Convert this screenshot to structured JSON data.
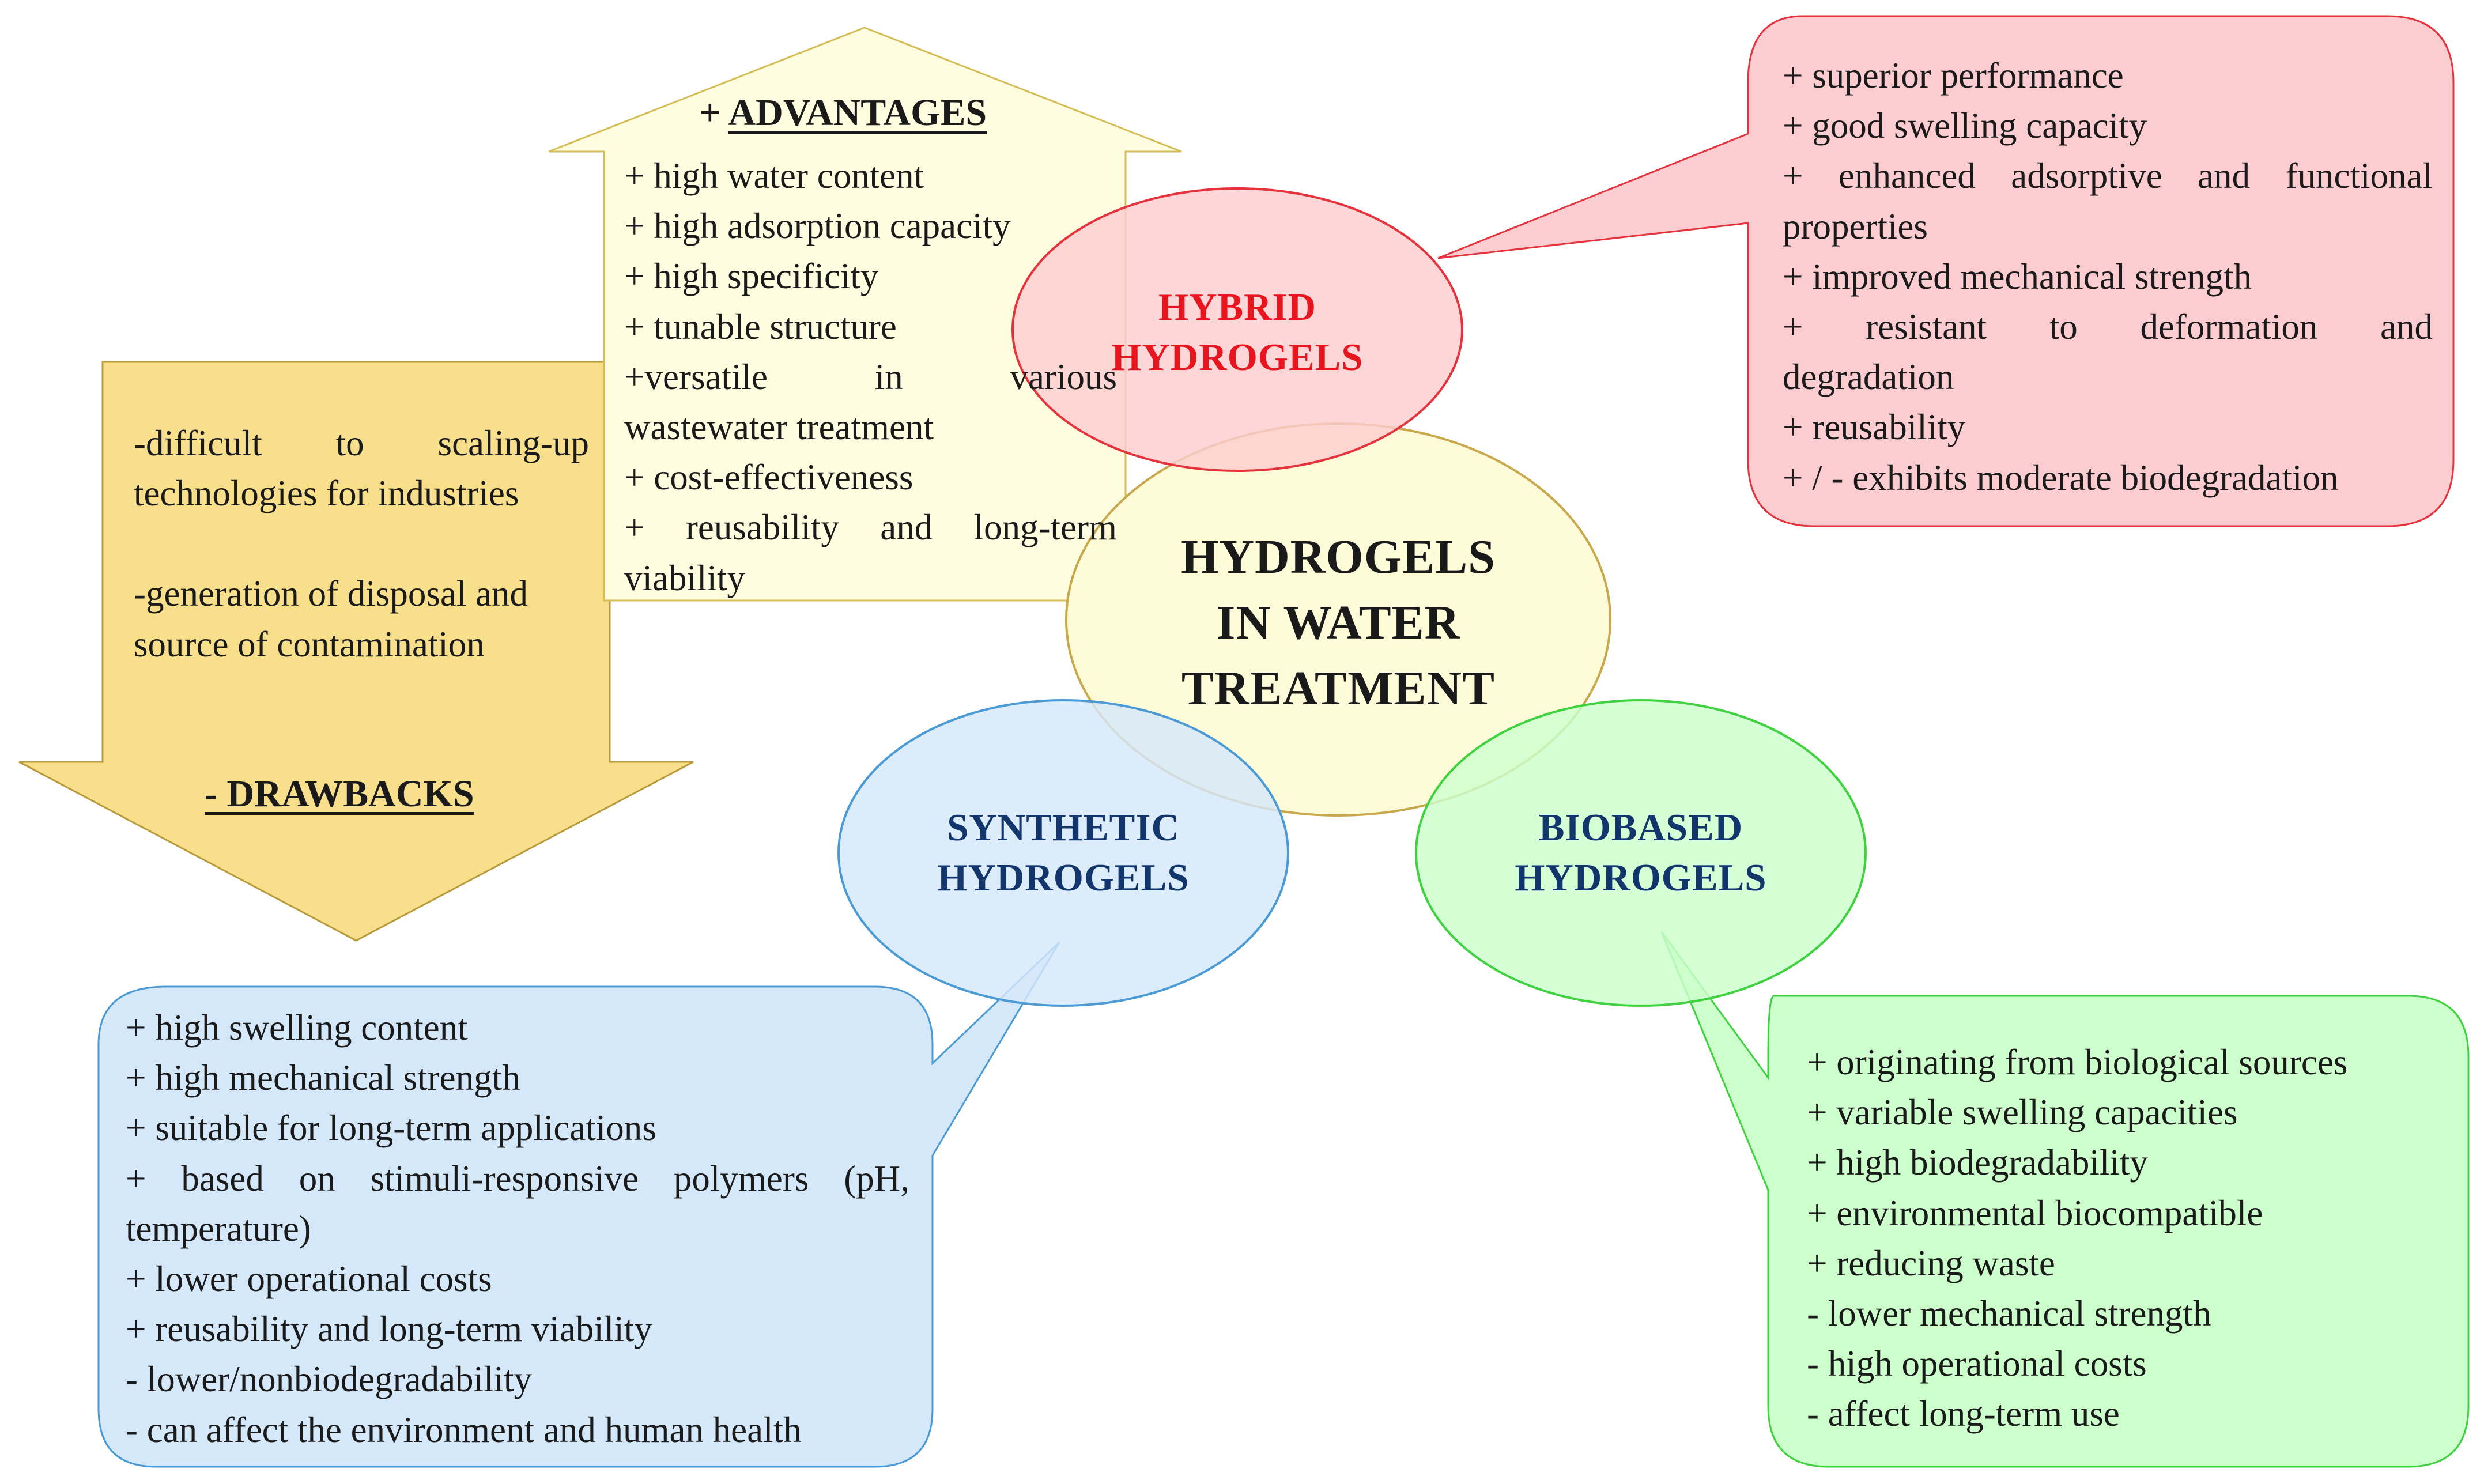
{
  "center": {
    "lines": [
      "HYDROGELS",
      "IN WATER",
      "TREATMENT"
    ],
    "fill": "#fdfbd8",
    "stroke": "#c8a84a"
  },
  "advantages": {
    "heading_prefix": "+",
    "heading": "ADVANTAGES",
    "lines": [
      "+ high water content",
      "+ high adsorption capacity",
      "+ high specificity",
      "+ tunable structure",
      "+versatile in various",
      "wastewater treatment",
      "+ cost-effectiveness",
      "+ reusability and long-term",
      "viability"
    ],
    "fill": "#fffde0",
    "stroke": "#d4bd55"
  },
  "drawbacks": {
    "heading": "- DRAWBACKS",
    "lines": [
      "-difficult to scaling-up",
      "technologies for industries",
      "",
      "-generation of disposal and",
      "source of contamination"
    ],
    "fill": "#f8df8c",
    "stroke": "#b89a3a"
  },
  "hybrid": {
    "title_lines": [
      "HYBRID",
      "HYDROGELS"
    ],
    "title_color": "#e8141e",
    "fill": "#fccdd0",
    "stroke": "#e6323c",
    "callout_lines": [
      "+  superior performance",
      "+  good swelling capacity",
      "+ enhanced adsorptive and functional",
      "properties",
      "+ improved mechanical strength",
      "+  resistant  to  deformation  and",
      "degradation",
      "+ reusability",
      "+ / - exhibits moderate biodegradation"
    ]
  },
  "synthetic": {
    "title_lines": [
      "SYNTHETIC",
      "HYDROGELS"
    ],
    "title_color": "#12356b",
    "fill": "#d5e8fa",
    "stroke": "#4a9ad6",
    "callout_lines": [
      "+ high swelling content",
      "+ high mechanical strength",
      "+ suitable for long-term applications",
      "+ based on stimuli-responsive polymers (pH,",
      "temperature)",
      "+ lower operational costs",
      "+ reusability and long-term viability",
      "- lower/nonbiodegradability",
      "- can affect the environment and human health"
    ]
  },
  "biobased": {
    "title_lines": [
      "BIOBASED",
      "HYDROGELS"
    ],
    "title_color": "#12356b",
    "fill": "#ccffcc",
    "stroke": "#3fd23f",
    "callout_lines": [
      "+ originating from biological sources",
      "+ variable swelling capacities",
      "+ high biodegradability",
      "+ environmental biocompatible",
      "+ reducing waste",
      "- lower mechanical strength",
      "- high operational costs",
      "- affect long-term use"
    ]
  }
}
